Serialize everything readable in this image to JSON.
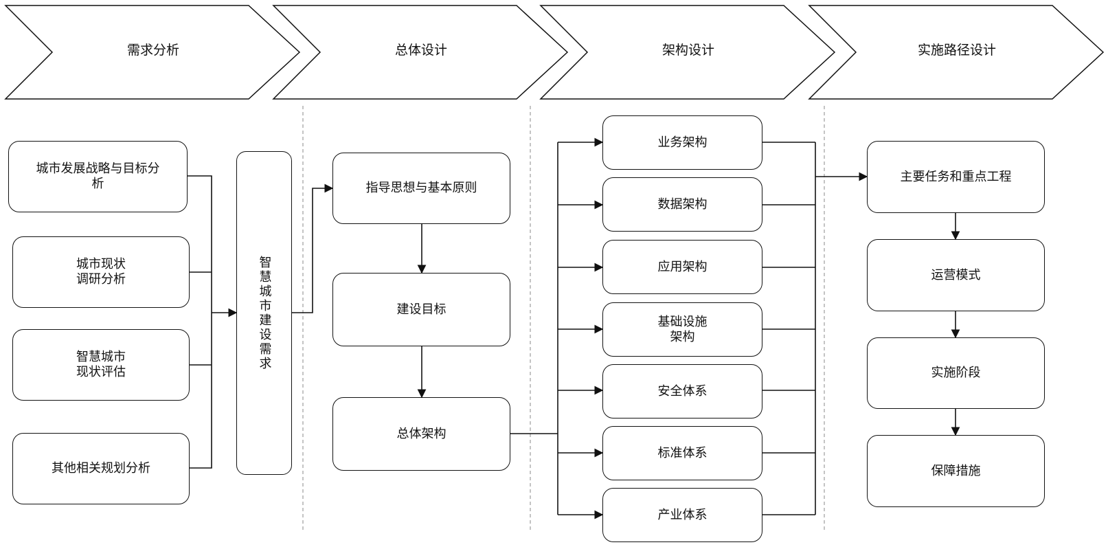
{
  "phases": [
    "需求分析",
    "总体设计",
    "架构设计",
    "实施路径设计"
  ],
  "analysis_inputs": [
    "城市发展战略与目标分\n析",
    "城市现状\n调研分析",
    "智慧城市\n现状评估",
    "其他相关规划分析"
  ],
  "requirement": "智慧城市建设需求",
  "design_steps": [
    "指导思想与基本原则",
    "建设目标",
    "总体架构"
  ],
  "architectures": [
    "业务架构",
    "数据架构",
    "应用架构",
    "基础设施\n架构",
    "安全体系",
    "标准体系",
    "产业体系"
  ],
  "implementation": [
    "主要任务和重点工程",
    "运营模式",
    "实施阶段",
    "保障措施"
  ]
}
